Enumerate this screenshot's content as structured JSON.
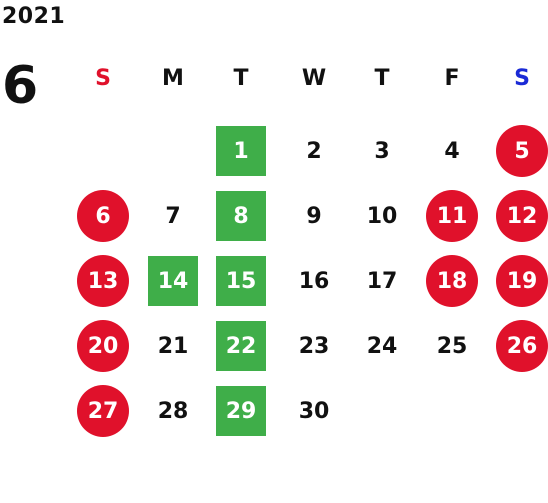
{
  "calendar": {
    "year": "2021",
    "month": "6",
    "weekdays": [
      {
        "label": "S",
        "color": "#e0112b"
      },
      {
        "label": "M",
        "color": "#111111"
      },
      {
        "label": "T",
        "color": "#111111"
      },
      {
        "label": "W",
        "color": "#111111"
      },
      {
        "label": "T",
        "color": "#111111"
      },
      {
        "label": "F",
        "color": "#111111"
      },
      {
        "label": "S",
        "color": "#1a2ad6"
      }
    ],
    "colors": {
      "holiday": "#e0112b",
      "highlight": "#3fae49",
      "text": "#111111"
    },
    "days": [
      {
        "day": "1",
        "week": 0,
        "weekday": 2,
        "style": "green"
      },
      {
        "day": "2",
        "week": 0,
        "weekday": 3,
        "style": "plain"
      },
      {
        "day": "3",
        "week": 0,
        "weekday": 4,
        "style": "plain"
      },
      {
        "day": "4",
        "week": 0,
        "weekday": 5,
        "style": "plain"
      },
      {
        "day": "5",
        "week": 0,
        "weekday": 6,
        "style": "red"
      },
      {
        "day": "6",
        "week": 1,
        "weekday": 0,
        "style": "red"
      },
      {
        "day": "7",
        "week": 1,
        "weekday": 1,
        "style": "plain"
      },
      {
        "day": "8",
        "week": 1,
        "weekday": 2,
        "style": "green"
      },
      {
        "day": "9",
        "week": 1,
        "weekday": 3,
        "style": "plain"
      },
      {
        "day": "10",
        "week": 1,
        "weekday": 4,
        "style": "plain"
      },
      {
        "day": "11",
        "week": 1,
        "weekday": 5,
        "style": "red"
      },
      {
        "day": "12",
        "week": 1,
        "weekday": 6,
        "style": "red"
      },
      {
        "day": "13",
        "week": 2,
        "weekday": 0,
        "style": "red"
      },
      {
        "day": "14",
        "week": 2,
        "weekday": 1,
        "style": "green"
      },
      {
        "day": "15",
        "week": 2,
        "weekday": 2,
        "style": "green"
      },
      {
        "day": "16",
        "week": 2,
        "weekday": 3,
        "style": "plain"
      },
      {
        "day": "17",
        "week": 2,
        "weekday": 4,
        "style": "plain"
      },
      {
        "day": "18",
        "week": 2,
        "weekday": 5,
        "style": "red"
      },
      {
        "day": "19",
        "week": 2,
        "weekday": 6,
        "style": "red"
      },
      {
        "day": "20",
        "week": 3,
        "weekday": 0,
        "style": "red"
      },
      {
        "day": "21",
        "week": 3,
        "weekday": 1,
        "style": "plain"
      },
      {
        "day": "22",
        "week": 3,
        "weekday": 2,
        "style": "green"
      },
      {
        "day": "23",
        "week": 3,
        "weekday": 3,
        "style": "plain"
      },
      {
        "day": "24",
        "week": 3,
        "weekday": 4,
        "style": "plain"
      },
      {
        "day": "25",
        "week": 3,
        "weekday": 5,
        "style": "plain"
      },
      {
        "day": "26",
        "week": 3,
        "weekday": 6,
        "style": "red"
      },
      {
        "day": "27",
        "week": 4,
        "weekday": 0,
        "style": "red"
      },
      {
        "day": "28",
        "week": 4,
        "weekday": 1,
        "style": "plain"
      },
      {
        "day": "29",
        "week": 4,
        "weekday": 2,
        "style": "green"
      },
      {
        "day": "30",
        "week": 4,
        "weekday": 3,
        "style": "plain"
      }
    ]
  }
}
